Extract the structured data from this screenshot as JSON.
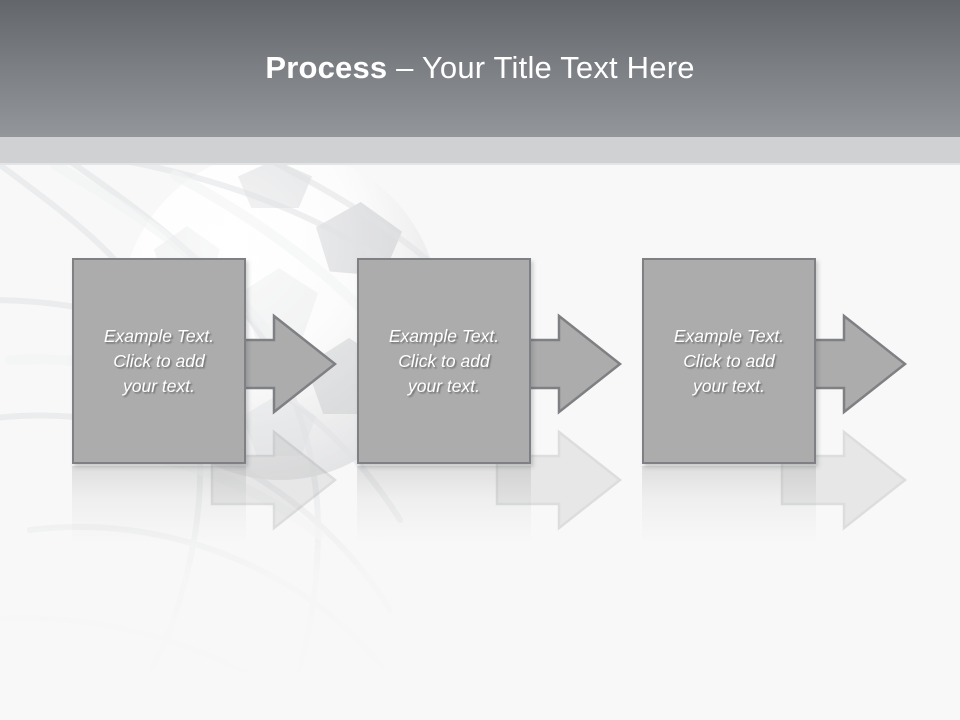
{
  "slide": {
    "background_color": "#f8f8f8",
    "header": {
      "title_strong": "Process",
      "title_rest": " – Your Title Text Here",
      "gradient_top": "#63666b",
      "gradient_bottom": "#93969b",
      "band_color": "#cfd1d3",
      "title_color": "#ffffff"
    },
    "theme": {
      "shape_fill": "#acacac",
      "shape_border": "#7f8083",
      "shape_text_color": "#ffffff"
    },
    "background_image": {
      "description": "soccer-ball-in-net watermark"
    },
    "process": {
      "steps": [
        {
          "text": "Example Text.\nClick  to add\nyour text.",
          "arrow": "arrow-right-icon"
        },
        {
          "text": "Example Text.\nClick  to add\nyour text.",
          "arrow": "arrow-right-icon"
        },
        {
          "text": "Example Text.\nClick  to add\nyour text.",
          "arrow": "arrow-right-icon"
        }
      ]
    }
  }
}
